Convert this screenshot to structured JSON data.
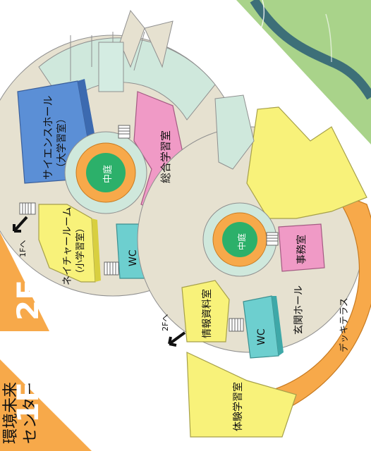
{
  "title": "環境未来センター",
  "title_line1": "環境未来",
  "title_line2": "センター",
  "floors": {
    "f2": {
      "badge": "2F",
      "rooms": {
        "science_hall": "サイエンスホール",
        "science_hall_sub": "（大学習室）",
        "nature_room": "ネイチャールーム",
        "nature_room_sub": "（小学習室）",
        "general_study": "総合学習室",
        "courtyard": "中庭",
        "wc": "WC"
      },
      "stair_label": "1Fへ"
    },
    "f1": {
      "badge": "1F",
      "rooms": {
        "experience_study": "体験学習室",
        "info_room": "情報資料室",
        "entrance_hall": "玄関ホール",
        "office": "事務室",
        "deck_terrace": "デッキテラス",
        "courtyard": "中庭",
        "wc": "WC"
      },
      "stair_label": "2Fへ"
    }
  },
  "colors": {
    "yellow_room": "#f8f27a",
    "teal_room": "#6dcfcf",
    "blue_room": "#5b8fd6",
    "pink_room": "#f09ac6",
    "courtyard": "#2cb06a",
    "orange": "#f7a94a",
    "corridor": "#e6e1d0",
    "outer_ring": "#cfe8dc",
    "park": "#a9d38a",
    "river": "#3d6f78"
  }
}
